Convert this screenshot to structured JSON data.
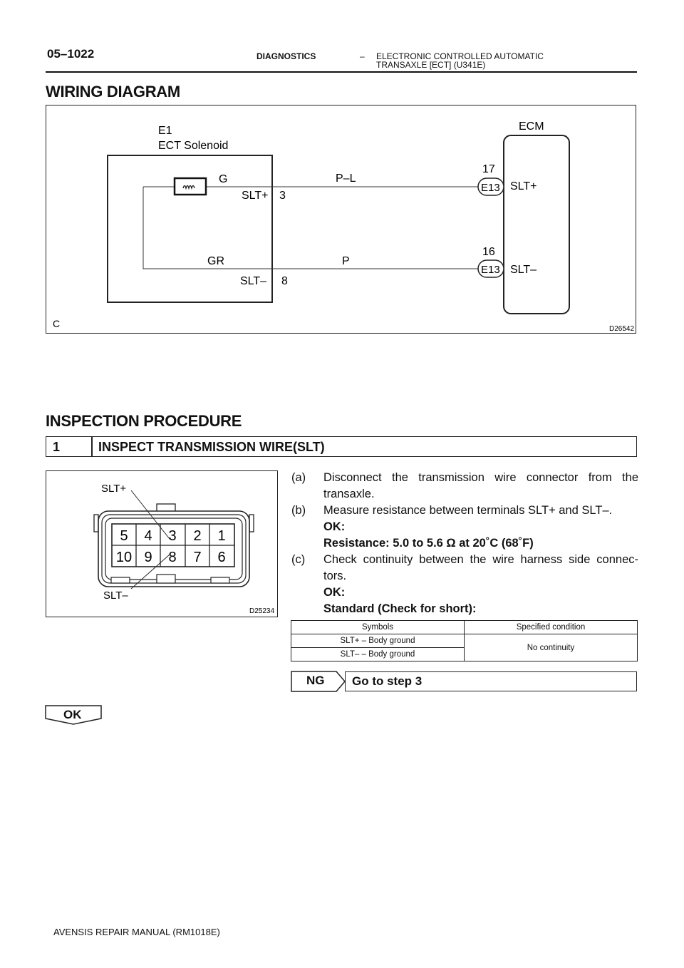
{
  "header": {
    "page_number": "05–1022",
    "section": "DIAGNOSTICS",
    "dash": "–",
    "title_line1": "ELECTRONIC CONTROLLED AUTOMATIC",
    "title_line2": "TRANSAXLE [ECT] (U341E)"
  },
  "wiring_diagram": {
    "heading": "WIRING DIAGRAM",
    "component_code": "E1",
    "component_name": "ECT Solenoid",
    "ecm_label": "ECM",
    "solenoid_color_top": "G",
    "solenoid_color_bottom": "GR",
    "pin_slt_plus_label": "SLT+",
    "pin_slt_plus_num": "3",
    "pin_slt_minus_label": "SLT–",
    "pin_slt_minus_num": "8",
    "wire_top_color": "P–L",
    "wire_bottom_color": "P",
    "ecm_pin_top_num": "17",
    "ecm_pin_bottom_num": "16",
    "ecm_connector_top": "E13",
    "ecm_connector_bottom": "E13",
    "ecm_term_top": "SLT+",
    "ecm_term_bottom": "SLT–",
    "corner_letter": "C",
    "figure_code": "D26542"
  },
  "inspection": {
    "heading": "INSPECTION PROCEDURE",
    "step_number": "1",
    "step_title": "INSPECT TRANSMISSION WIRE(SLT)",
    "connector_figure": {
      "label_top": "SLT+",
      "label_bottom": "SLT–",
      "figure_code": "D25234",
      "pins_top": [
        "5",
        "4",
        "3",
        "2",
        "1"
      ],
      "pins_bottom": [
        "10",
        "9",
        "8",
        "7",
        "6"
      ]
    },
    "a_label": "(a)",
    "a_line1": "Disconnect the transmission wire connector from the",
    "a_line2": "transaxle.",
    "b_label": "(b)",
    "b_line1": "Measure resistance between terminals SLT+ and SLT–.",
    "b_ok": "OK:",
    "b_resistance": "Resistance: 5.0 to 5.6 Ω at 20˚C (68˚F)",
    "c_label": "(c)",
    "c_line1": "Check continuity between the wire harness side connec-",
    "c_line2": "tors.",
    "c_ok": "OK:",
    "c_standard": "Standard (Check for short):",
    "table": {
      "headers": [
        "Symbols",
        "Specified condition"
      ],
      "rows": [
        "SLT+ – Body ground",
        "SLT– – Body ground"
      ],
      "condition": "No continuity"
    },
    "ng_label": "NG",
    "ng_step": "Go to step 3",
    "ok_label": "OK"
  },
  "footer": {
    "manual": "AVENSIS REPAIR MANUAL   (RM1018E)"
  }
}
